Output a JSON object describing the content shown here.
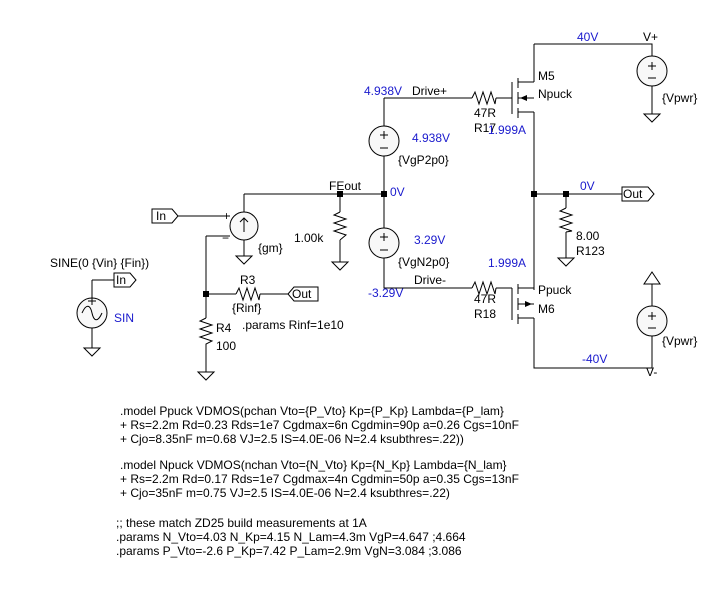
{
  "nets": {
    "vplus": "V+",
    "vminus": "V-",
    "v40": "40V",
    "vneg40": "-40V",
    "drive_plus_v": "4.938V",
    "drive_plus": "Drive+",
    "drive_minus": "Drive-",
    "drive_minus_v": "-3.29V",
    "feout": "FEout",
    "feout_v": "0V",
    "out_v": "0V",
    "out_port": "Out",
    "in_port": "In",
    "in_port2": "In",
    "out_port2": "Out"
  },
  "components": {
    "m5_name": "M5",
    "m5_model": "Npuck",
    "m6_name": "M6",
    "m6_model": "Ppuck",
    "r17_value": "47R",
    "r17_name": "R17",
    "r18_value": "47R",
    "r18_name": "R18",
    "r123_value": "8.00",
    "r123_name": "R123",
    "r3_name": "R3",
    "r3_value": "{Rinf}",
    "r4_name": "R4",
    "r4_value": "100",
    "rload_value": "1.00k",
    "gm_value": "{gm}",
    "vgp_value": "{VgP2p0}",
    "vgp_v": "4.938V",
    "vgn_value": "{VgN2p0}",
    "vgn_v": "3.29V",
    "vpwr_top": "{Vpwr}",
    "vpwr_bot": "{Vpwr}",
    "sin_label": "SINE(0 {Vin} {Fin})",
    "sin_name": "SIN",
    "i_m5": "1.999A",
    "i_m6": "1.999A"
  },
  "directives": {
    "rinf": ".params Rinf=1e10",
    "ppuck_model": [
      ".model Ppuck VDMOS(pchan Vto={P_Vto} Kp={P_Kp} Lambda={P_lam}",
      "+ Rs=2.2m Rd=0.23 Rds=1e7 Cgdmax=6n Cgdmin=90p a=0.26 Cgs=10nF",
      "+ Cjo=8.35nF m=0.68 VJ=2.5 IS=4.0E-06 N=2.4 ksubthres=.22))"
    ],
    "npuck_model": [
      ".model Npuck VDMOS(nchan Vto={N_Vto} Kp={N_Kp} Lambda={N_lam}",
      "+ Rs=2.2m Rd=0.17 Rds=1e7 Cgdmax=4n Cgdmin=50p a=0.35 Cgs=13nF",
      "+ Cjo=35nF m=0.75 VJ=2.5 IS=4.0E-06 N=2.4 ksubthres=.22)"
    ],
    "comment": ";; these match ZD25 build measurements at 1A",
    "params_n": ".params N_Vto=4.03 N_Kp=4.15 N_Lam=4.3m VgP=4.647 ;4.664",
    "params_p": ".params P_Vto=-2.6 P_Kp=7.42 P_Lam=2.9m VgN=3.084 ;3.086"
  }
}
